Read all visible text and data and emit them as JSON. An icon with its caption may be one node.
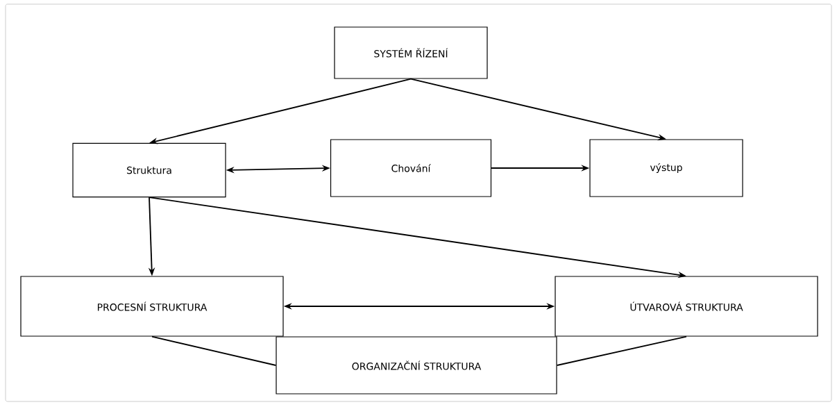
{
  "diagram": {
    "nodes": [
      {
        "text": [
          "SYSTÉM ŘÍZENÍ"
        ]
      },
      {
        "text": [
          "Struktura"
        ]
      },
      {
        "text": [
          "Chování"
        ]
      },
      {
        "text": [
          "výstup"
        ]
      },
      {
        "text": [
          "PROCESNÍ STRUKTURA"
        ]
      },
      {
        "text": [
          "ÚTVAROVÁ STRUKTURA"
        ]
      },
      {
        "text": [
          "ORGANIZAČNÍ STRUKTURA"
        ]
      }
    ],
    "edges": [
      {
        "from": 0,
        "to": 1,
        "arrow": "to"
      },
      {
        "from": 0,
        "to": 3,
        "arrow": "to"
      },
      {
        "from": 1,
        "to": 2,
        "arrow": "both"
      },
      {
        "from": 2,
        "to": 3,
        "arrow": "to"
      },
      {
        "from": 1,
        "to": 4,
        "arrow": "to"
      },
      {
        "from": 1,
        "to": 5,
        "arrow": "to"
      },
      {
        "from": 4,
        "to": 5,
        "arrow": "both"
      },
      {
        "from": 4,
        "to": 6,
        "arrow": "none"
      },
      {
        "from": 5,
        "to": 6,
        "arrow": "none"
      }
    ]
  }
}
